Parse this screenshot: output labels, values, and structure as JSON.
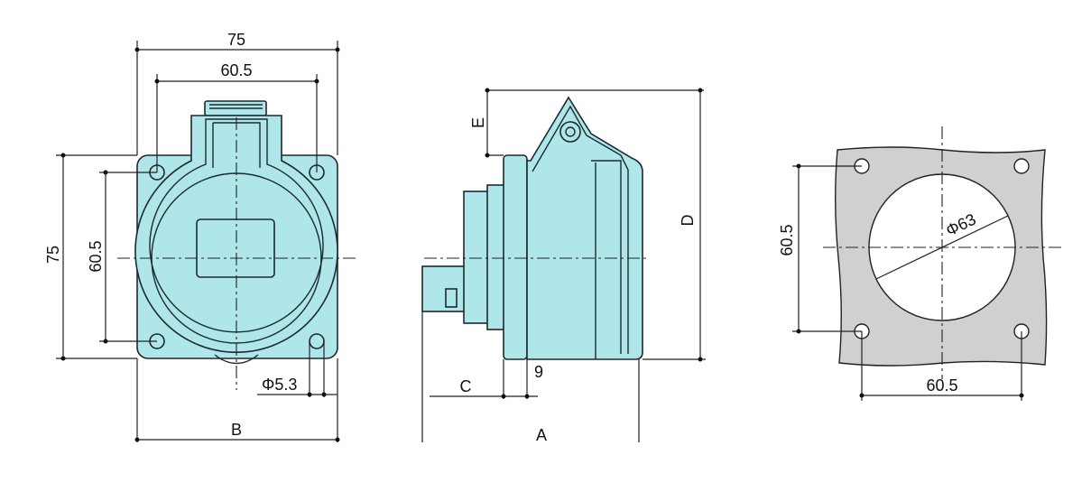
{
  "front_view": {
    "width_outer": "75",
    "width_holes": "60.5",
    "height_outer": "75",
    "height_holes": "60.5",
    "hole_diameter": "Φ5.3",
    "dim_b": "B"
  },
  "side_view": {
    "dim_e": "E",
    "dim_d": "D",
    "dim_c": "C",
    "dim_9": "9",
    "dim_a": "A"
  },
  "cutout_view": {
    "hole_spacing_vertical": "60.5",
    "hole_spacing_horizontal": "60.5",
    "cutout_diameter": "Φ63"
  },
  "colors": {
    "body": "#aee6ea",
    "plate": "#d0d0d0",
    "line": "#1a2a2e"
  }
}
